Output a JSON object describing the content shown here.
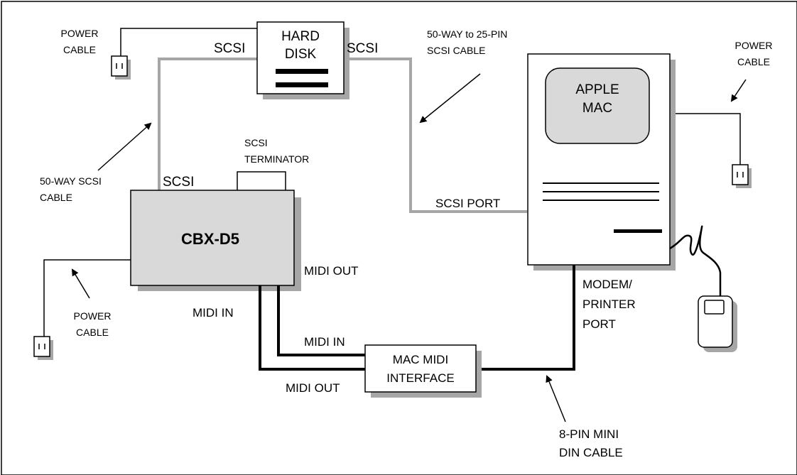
{
  "colors": {
    "box_fill_grey": "#d9d9d9",
    "shadow": "#a6a6a6",
    "scsi_cable": "#a6a6a6",
    "midi_cable": "#000000",
    "outline": "#000000",
    "background": "#ffffff"
  },
  "devices": {
    "hard_disk": {
      "line1": "HARD",
      "line2": "DISK"
    },
    "cbx_d5": {
      "name": "CBX-D5"
    },
    "scsi_terminator": {
      "line1": "SCSI",
      "line2": "TERMINATOR"
    },
    "apple_mac": {
      "line1": "APPLE",
      "line2": "MAC"
    },
    "mac_midi_interface": {
      "line1": "MAC MIDI",
      "line2": "INTERFACE"
    },
    "mouse": {
      "icon": "mouse-icon"
    },
    "power_outlet": {
      "icon": "power-outlet-icon"
    }
  },
  "labels": {
    "power_cable_top_left": {
      "line1": "POWER",
      "line2": "CABLE"
    },
    "power_cable_right": {
      "line1": "POWER",
      "line2": "CABLE"
    },
    "power_cable_bottom_left": {
      "line1": "POWER",
      "line2": "CABLE"
    },
    "scsi_hd_left": "SCSI",
    "scsi_hd_right": "SCSI",
    "scsi_cbx": "SCSI",
    "scsi_port": "SCSI PORT",
    "scsi_cable_50_25": {
      "line1": "50-WAY to 25-PIN",
      "line2": "SCSI CABLE"
    },
    "scsi_cable_50": {
      "line1": "50-WAY SCSI",
      "line2": "CABLE"
    },
    "midi_out_cbx": "MIDI OUT",
    "midi_in_cbx": "MIDI IN",
    "midi_in_iface": "MIDI IN",
    "midi_out_iface": "MIDI OUT",
    "modem_printer_port": {
      "line1": "MODEM/",
      "line2": "PRINTER",
      "line3": "PORT"
    },
    "din_cable": {
      "line1": "8-PIN MINI",
      "line2": "DIN CABLE"
    }
  }
}
